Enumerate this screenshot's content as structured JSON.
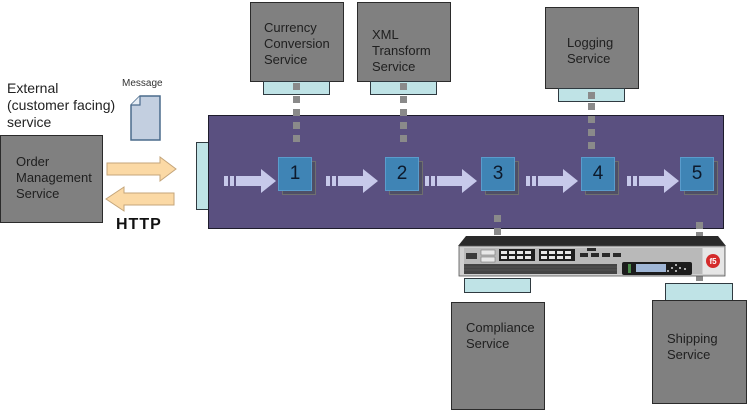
{
  "external_label": "External\n(customer facing)\nservice",
  "message_label": "Message",
  "http_label": "HTTP",
  "services": {
    "order": "Order\nManagement\nService",
    "currency": "Currency\nConversion\nService",
    "xml": "XML\nTransform\nService",
    "logging": "Logging\nService",
    "compliance": "Compliance\nService",
    "shipping": "Shipping\nService"
  },
  "steps": [
    "1",
    "2",
    "3",
    "4",
    "5"
  ],
  "device": {
    "logo_text": "f5",
    "brand_color": "#d42a2a"
  },
  "colors": {
    "bus": "#5a5080",
    "service_box": "#808080",
    "connector": "#bfe3e6",
    "step": "#3f84b5",
    "http_arrow": "#fbd9a5"
  }
}
